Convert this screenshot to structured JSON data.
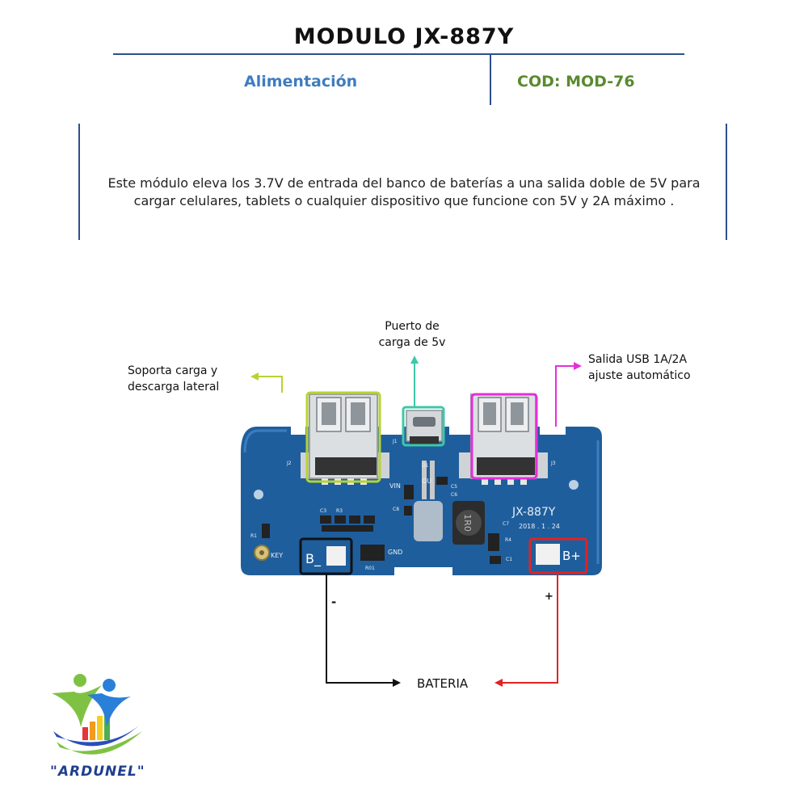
{
  "header": {
    "title": "MODULO JX-887Y",
    "category": "Alimentación",
    "code": "COD: MOD-76"
  },
  "description": "Este módulo eleva los 3.7V de entrada del banco de baterías a una salida doble de 5V para cargar celulares, tablets o cualquier dispositivo que funcione con 5V y 2A máximo .",
  "diagram": {
    "callouts": {
      "lateral": [
        "Soporta carga y",
        "descarga lateral"
      ],
      "charge_port": [
        "Puerto de",
        "carga de 5v"
      ],
      "usb_out": [
        "Salida USB  1A/2A",
        "ajuste automático"
      ],
      "battery": "BATERIA",
      "minus": "-",
      "plus": "+"
    },
    "board": {
      "model": "JX-887Y",
      "date": "2018 . 1 . 24",
      "b_minus": "B_",
      "b_plus": "B+",
      "key": "KEY",
      "gnd": "GND",
      "vin": "VIN",
      "out": "OU",
      "inductor": "1R0",
      "silk": {
        "j1": "J1",
        "j2": "J2",
        "j3": "J3",
        "d1": "D1",
        "r1": "R1",
        "r01": "R01",
        "c3": "C3",
        "r3": "R3",
        "r4": "R4",
        "c1": "C1",
        "c5": "C5",
        "c6": "C6",
        "c7": "C7",
        "c8": "C8"
      }
    },
    "colors": {
      "lateral": "#b7d332",
      "charge_port": "#3ec7a8",
      "usb_out": "#e52fd8",
      "battery_minus": "#111111",
      "battery_plus": "#e32222",
      "board": "#1f5e9c"
    }
  },
  "logo": {
    "text": "\"ARDUNEL\""
  }
}
